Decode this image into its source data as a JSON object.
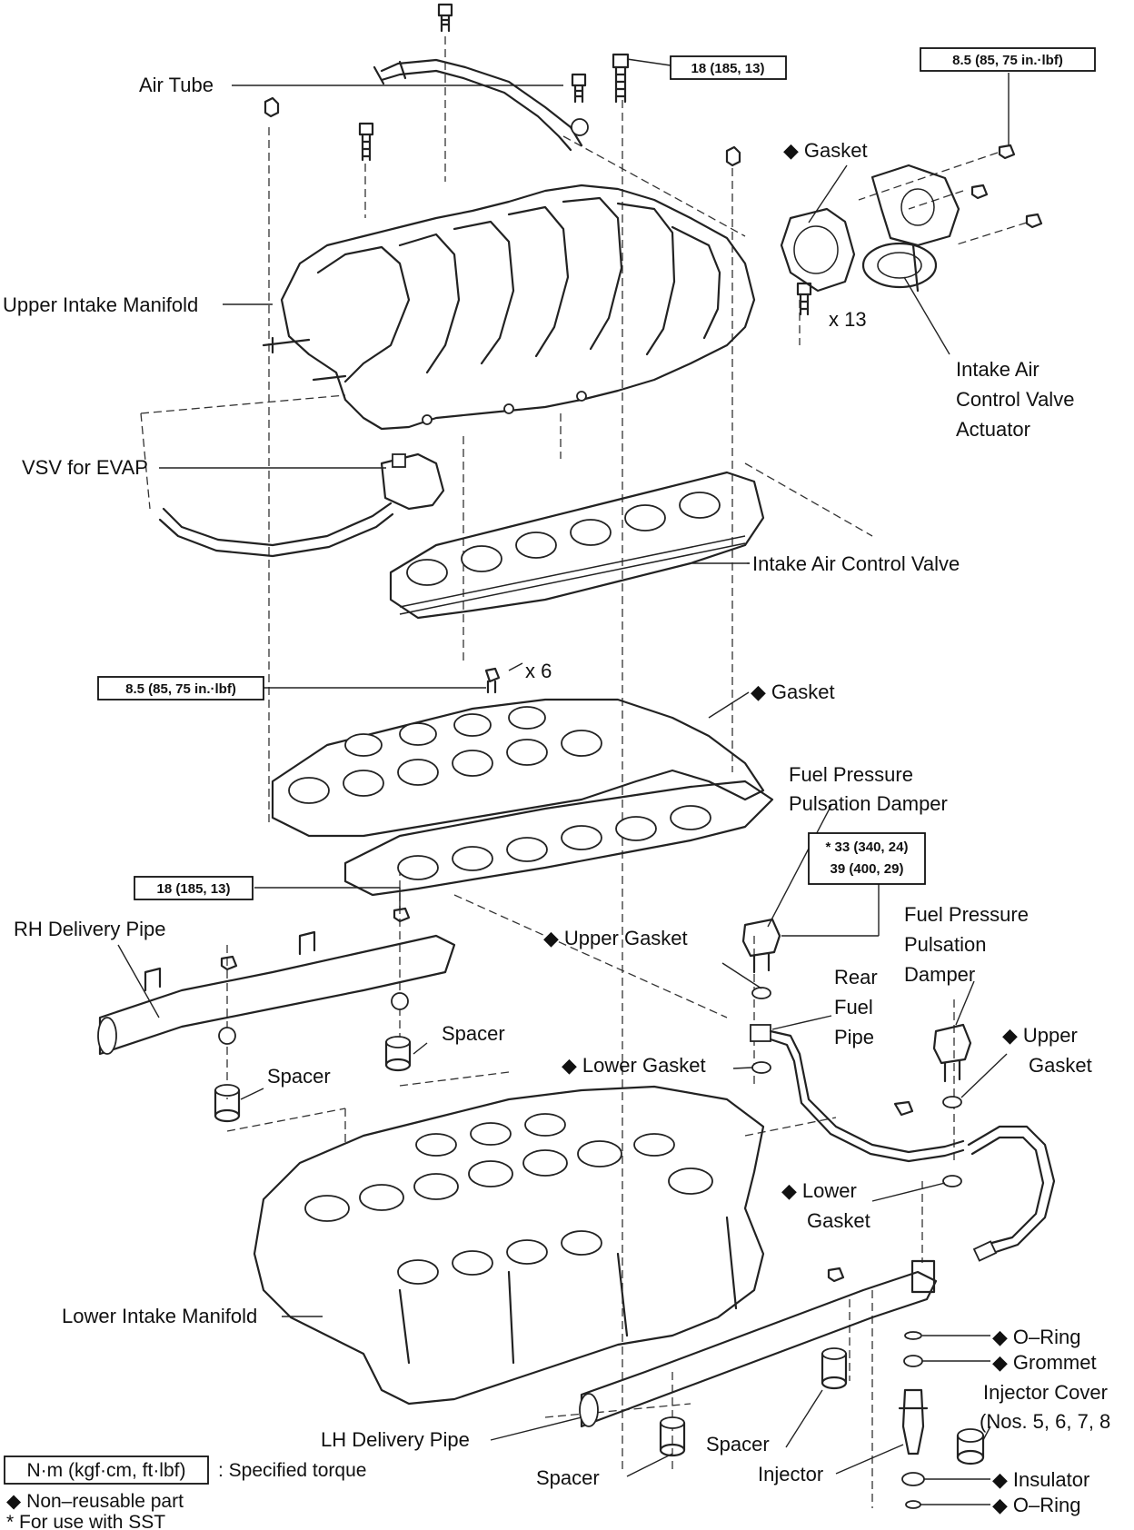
{
  "labels": {
    "air_tube": "Air Tube",
    "upper_intake_manifold": "Upper Intake Manifold",
    "vsv_for_evap": "VSV for EVAP",
    "gasket_top": "Gasket",
    "x13": "x 13",
    "intake_air_control_valve_actuator_1": "Intake Air",
    "intake_air_control_valve_actuator_2": "Control Valve",
    "intake_air_control_valve_actuator_3": "Actuator",
    "intake_air_control_valve": "Intake Air Control Valve",
    "x6": "x 6",
    "gasket_mid": "Gasket",
    "fpd_1_line1": "Fuel Pressure",
    "fpd_1_line2": "Pulsation Damper",
    "fpd_2_line1": "Fuel Pressure",
    "fpd_2_line2": "Pulsation",
    "fpd_2_line3": "Damper",
    "rh_delivery_pipe": "RH Delivery Pipe",
    "upper_gasket_left": "Upper Gasket",
    "rear_fuel_pipe_1": "Rear",
    "rear_fuel_pipe_2": "Fuel",
    "rear_fuel_pipe_3": "Pipe",
    "spacer_a": "Spacer",
    "spacer_b": "Spacer",
    "lower_gasket_left": "Lower Gasket",
    "upper_gasket_right_1": "Upper",
    "upper_gasket_right_2": "Gasket",
    "lower_gasket_right_1": "Lower",
    "lower_gasket_right_2": "Gasket",
    "lower_intake_manifold": "Lower Intake Manifold",
    "lh_delivery_pipe": "LH Delivery Pipe",
    "spacer_c": "Spacer",
    "spacer_d": "Spacer",
    "injector": "Injector",
    "o_ring_top": "O–Ring",
    "grommet": "Grommet",
    "injector_cover_1": "Injector Cover",
    "injector_cover_2": "(Nos. 5, 6, 7, 8",
    "insulator": "Insulator",
    "o_ring_bottom": "O–Ring"
  },
  "torque_boxes": {
    "top_mid": "18 (185, 13)",
    "top_right": "8.5 (85, 75 in.·lbf)",
    "mid_left": "8.5 (85, 75 in.·lbf)",
    "rh_pipe": "18 (185, 13)",
    "damper_line1": "* 33 (340, 24)",
    "damper_line2": "39 (400, 29)"
  },
  "legend": {
    "torque_unit": "N·m (kgf·cm, ft·lbf)",
    "torque_desc": ": Specified torque",
    "non_reusable": "Non–reusable part",
    "sst": "* For use with SST"
  },
  "symbols": {
    "non_reusable_marker": "◆"
  }
}
